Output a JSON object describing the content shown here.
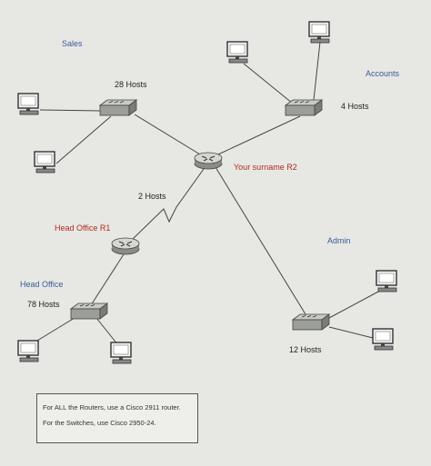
{
  "labels": {
    "sales": "Sales",
    "accounts": "Accounts",
    "admin": "Admin",
    "head_office": "Head Office",
    "sales_hosts": "28 Hosts",
    "accounts_hosts": "4 Hosts",
    "wan_hosts": "2 Hosts",
    "head_office_hosts": "78 Hosts",
    "admin_hosts": "12 Hosts",
    "r1": "Head Office R1",
    "r2": "Your surname R2"
  },
  "note": {
    "line1": "For ALL the Routers, use a Cisco 2911 router.",
    "line2": "For the Switches, use Cisco 2950-24."
  },
  "colors": {
    "region_label": "#3a5a9a",
    "router_label": "#b02a1e",
    "link": "#444444"
  }
}
